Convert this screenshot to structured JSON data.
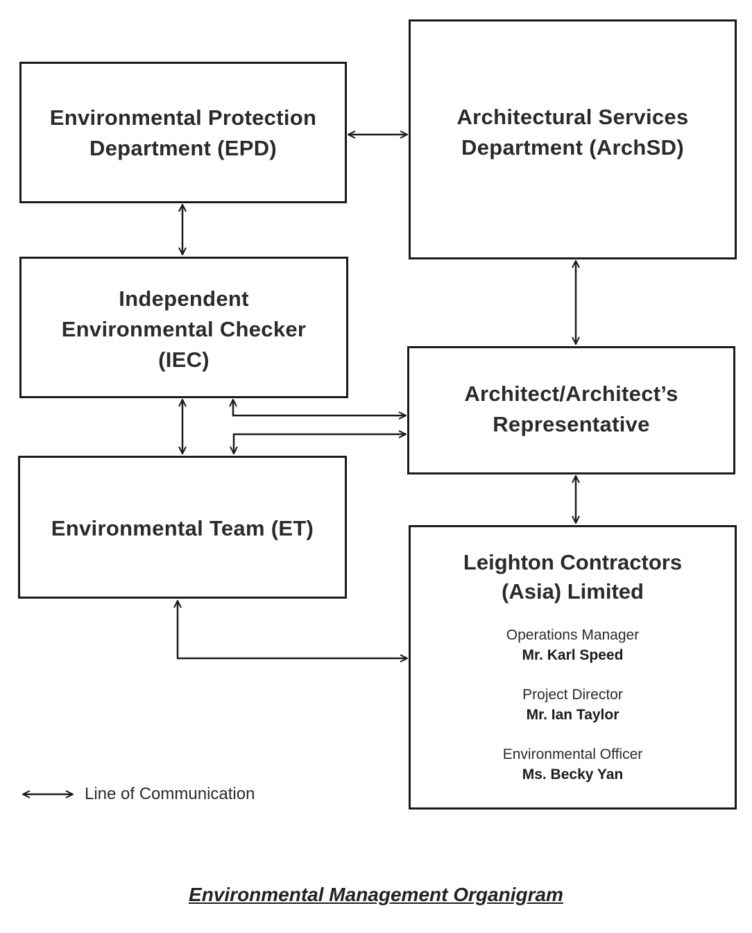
{
  "boxes": {
    "epd": {
      "line1": "Environmental Protection",
      "line2": "Department (EPD)"
    },
    "archsd": {
      "line1": "Architectural Services",
      "line2": "Department (ArchSD)"
    },
    "iec": {
      "line1": "Independent",
      "line2": "Environmental Checker",
      "line3": "(IEC)"
    },
    "ar": {
      "line1": "Architect/Architect’s",
      "line2": "Representative"
    },
    "et": {
      "line1": "Environmental Team (ET)"
    },
    "lc": {
      "line1": "Leighton Contractors",
      "line2": "(Asia) Limited",
      "staff": [
        {
          "role": "Operations Manager",
          "name": "Mr. Karl Speed"
        },
        {
          "role": "Project Director",
          "name": "Mr. Ian Taylor"
        },
        {
          "role": "Environmental Officer",
          "name": "Ms. Becky Yan"
        }
      ]
    }
  },
  "legend": {
    "label": "Line of Communication"
  },
  "caption": "Environmental Management Organigram",
  "colors": {
    "line": "#1a1a1a"
  }
}
